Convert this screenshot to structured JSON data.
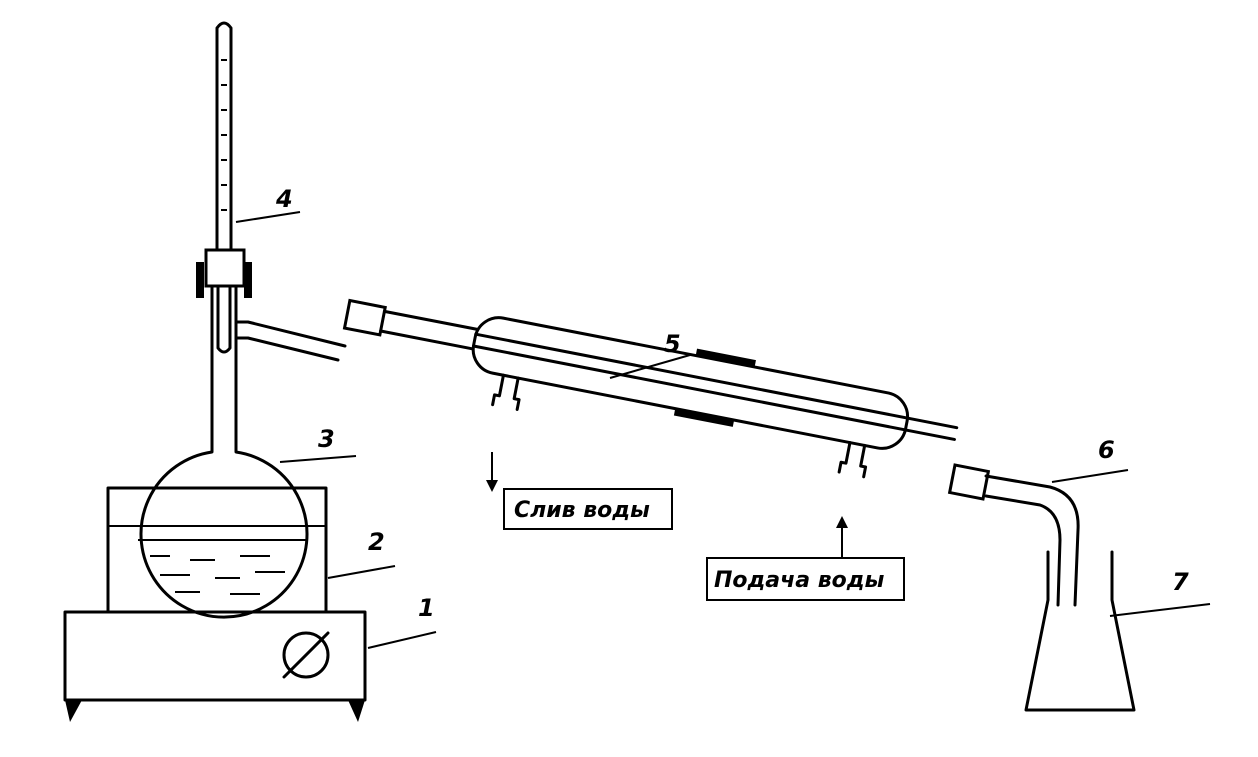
{
  "diagram": {
    "labels": {
      "hotplate": "1",
      "bath": "2",
      "flask": "3",
      "thermometer": "4",
      "condenser": "5",
      "adapter": "6",
      "receiver": "7"
    },
    "water_out": "Слив воды",
    "water_in": "Подача воды"
  }
}
